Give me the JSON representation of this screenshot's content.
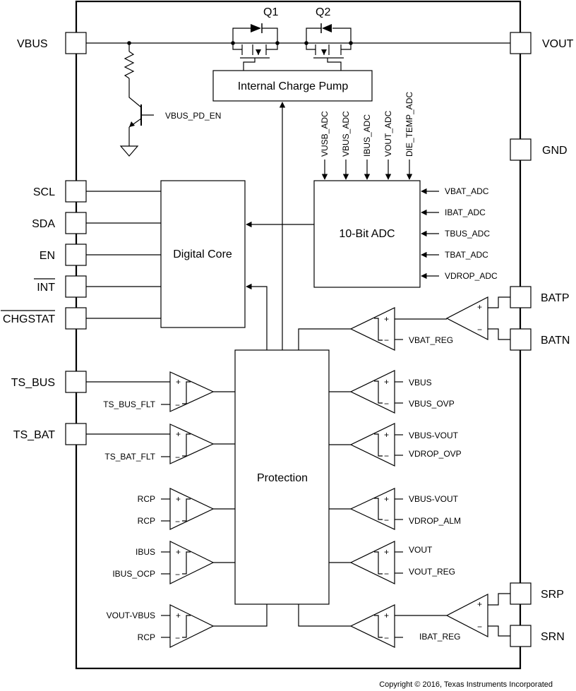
{
  "pins": {
    "vbus": "VBUS",
    "vout": "VOUT",
    "gnd": "GND",
    "scl": "SCL",
    "sda": "SDA",
    "en": "EN",
    "int": "INT",
    "chgstat": "CHGSTAT",
    "ts_bus": "TS_BUS",
    "ts_bat": "TS_BAT",
    "batp": "BATP",
    "batn": "BATN",
    "srp": "SRP",
    "srn": "SRN"
  },
  "blocks": {
    "charge_pump": "Internal Charge Pump",
    "digital_core": "Digital Core",
    "adc": "10-Bit ADC",
    "protection": "Protection"
  },
  "fets": {
    "q1": "Q1",
    "q2": "Q2"
  },
  "vbus_pd_en": "VBUS_PD_EN",
  "adc_top_inputs": [
    "VUSB_ADC",
    "VBUS_ADC",
    "IBUS_ADC",
    "VOUT_ADC",
    "DIE_TEMP_ADC"
  ],
  "adc_right_inputs": [
    "VBAT_ADC",
    "IBAT_ADC",
    "TBUS_ADC",
    "TBAT_ADC",
    "VDROP_ADC"
  ],
  "left_comparators": [
    {
      "plus": "",
      "minus": "TS_BUS_FLT"
    },
    {
      "plus": "",
      "minus": "TS_BAT_FLT"
    },
    {
      "plus": "RCP",
      "minus": "RCP"
    },
    {
      "plus": "IBUS",
      "minus": "IBUS_OCP"
    },
    {
      "plus": "VOUT-VBUS",
      "minus": "RCP"
    }
  ],
  "right_comparators": [
    {
      "top": "",
      "bottom": "VBAT_REG"
    },
    {
      "top": "VBUS",
      "bottom": "VBUS_OVP"
    },
    {
      "top": "VBUS-VOUT",
      "bottom": "VDROP_OVP"
    },
    {
      "top": "VBUS-VOUT",
      "bottom": "VDROP_ALM"
    },
    {
      "top": "VOUT",
      "bottom": "VOUT_REG"
    },
    {
      "top": "",
      "bottom": "IBAT_REG"
    }
  ],
  "symbols": {
    "plus": "+",
    "minus": "−"
  },
  "copyright": "Copyright © 2016, Texas Instruments Incorporated"
}
